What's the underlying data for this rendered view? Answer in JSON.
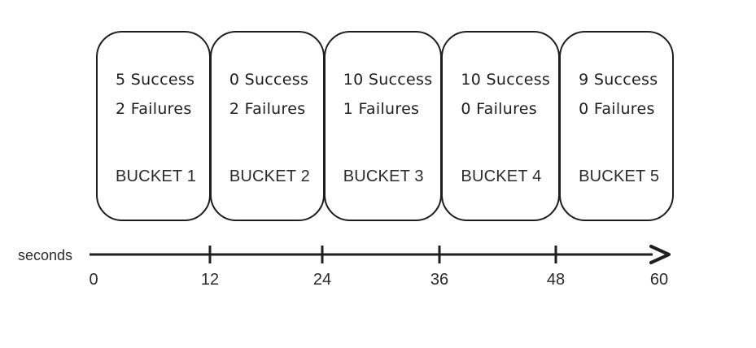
{
  "colors": {
    "stroke": "#1e1e1e",
    "text": "#2b2b2b",
    "background": "#ffffff"
  },
  "buckets": [
    {
      "label": "BUCKET 1",
      "success": "5 Success",
      "failures": "2 Failures"
    },
    {
      "label": "BUCKET 2",
      "success": "0 Success",
      "failures": "2 Failures"
    },
    {
      "label": "BUCKET 3",
      "success": "10 Success",
      "failures": "1 Failures"
    },
    {
      "label": "BUCKET 4",
      "success": "10 Success",
      "failures": "0 Failures"
    },
    {
      "label": "BUCKET 5",
      "success": "9 Success",
      "failures": "0 Failures"
    }
  ],
  "axis": {
    "label": "seconds",
    "tick_labels": [
      "0",
      "12",
      "24",
      "36",
      "48",
      "60"
    ]
  }
}
